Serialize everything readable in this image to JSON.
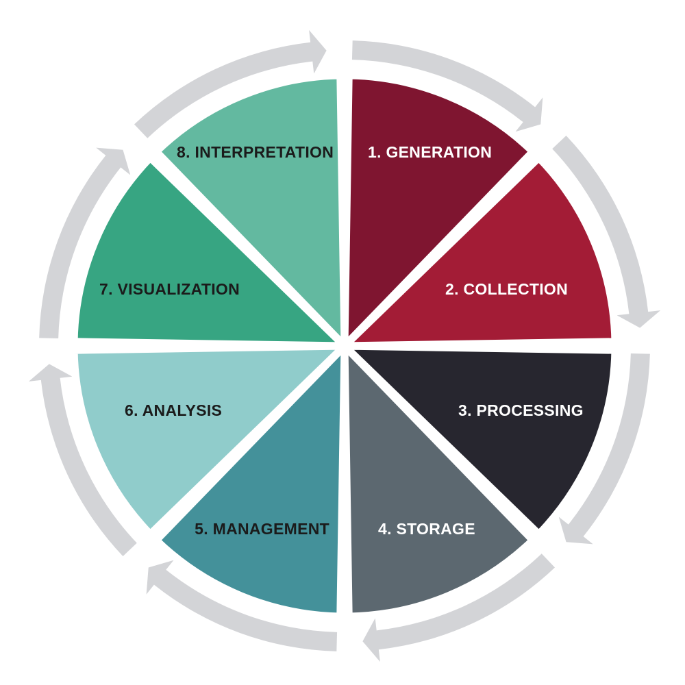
{
  "diagram": {
    "segments": [
      {
        "label": "1. GENERATION",
        "color": "#7f1530",
        "text_color": "#ffffff"
      },
      {
        "label": "2. COLLECTION",
        "color": "#a31c36",
        "text_color": "#ffffff"
      },
      {
        "label": "3. PROCESSING",
        "color": "#27262f",
        "text_color": "#ffffff"
      },
      {
        "label": "4. STORAGE",
        "color": "#5c6870",
        "text_color": "#ffffff"
      },
      {
        "label": "5. MANAGEMENT",
        "color": "#44919a",
        "text_color": "#1b1b1b"
      },
      {
        "label": "6. ANALYSIS",
        "color": "#90cccb",
        "text_color": "#1b1b1b"
      },
      {
        "label": "7. VISUALIZATION",
        "color": "#37a582",
        "text_color": "#1b1b1b"
      },
      {
        "label": "8. INTERPRETATION",
        "color": "#63b9a0",
        "text_color": "#1b1b1b"
      }
    ],
    "arrow_color": "#d3d4d7",
    "background": "#ffffff"
  }
}
